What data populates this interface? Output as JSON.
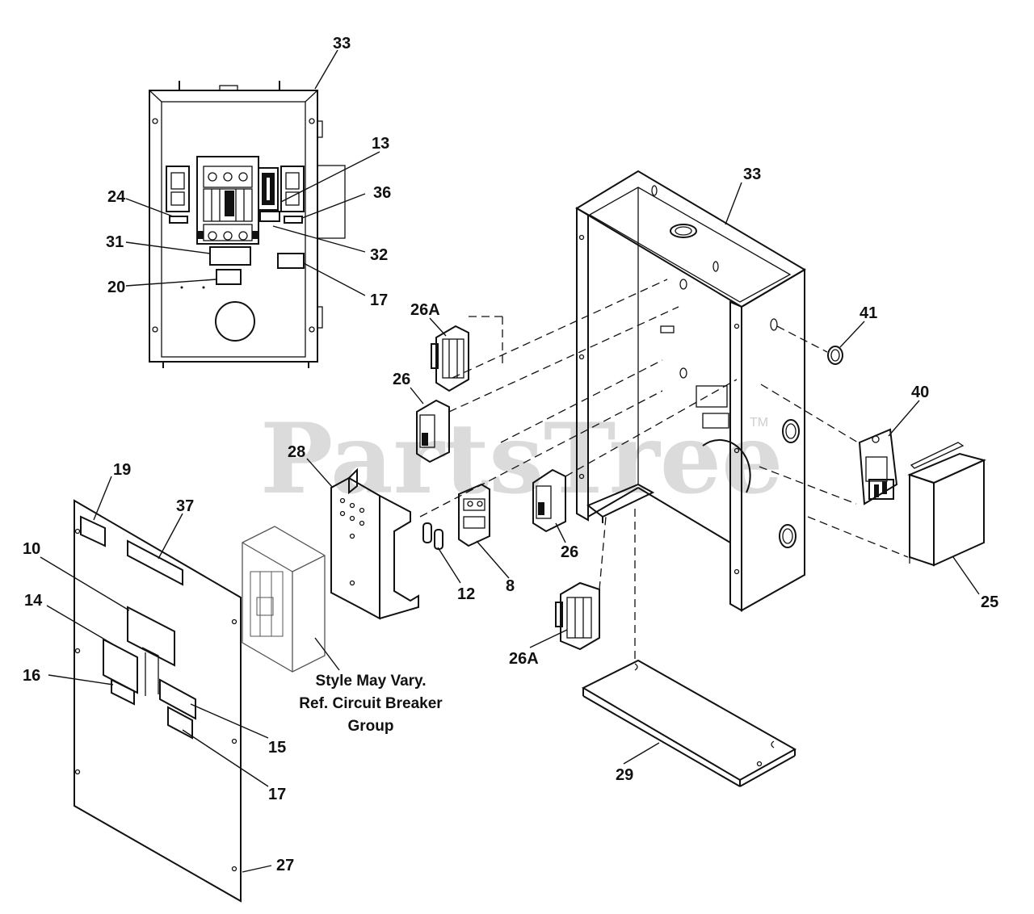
{
  "watermark": {
    "text": "PartsTree",
    "trademark": "TM"
  },
  "note": {
    "line1": "Style May Vary.",
    "line2": "Ref. Circuit Breaker",
    "line3": "Group"
  },
  "callouts": {
    "c33_top": "33",
    "c13": "13",
    "c24": "24",
    "c36": "36",
    "c31": "31",
    "c32": "32",
    "c20": "20",
    "c17_top": "17",
    "c33_right": "33",
    "c26a_top": "26A",
    "c41": "41",
    "c26_left": "26",
    "c40": "40",
    "c28": "28",
    "c19": "19",
    "c37": "37",
    "c10": "10",
    "c14": "14",
    "c16": "16",
    "c15": "15",
    "c17_bottom": "17",
    "c12": "12",
    "c8": "8",
    "c26_right": "26",
    "c25": "25",
    "c26a_bottom": "26A",
    "c29": "29",
    "c27": "27"
  }
}
